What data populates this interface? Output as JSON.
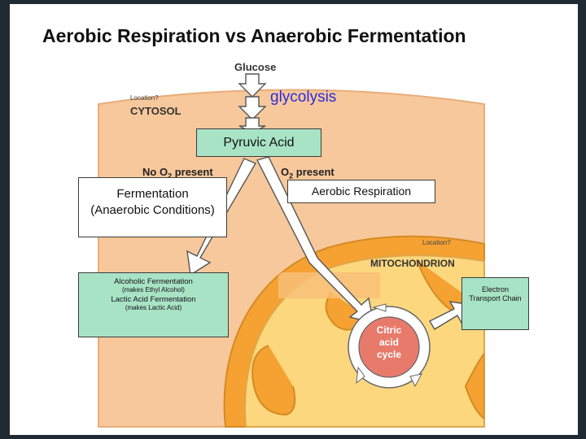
{
  "title": "Aerobic Respiration vs Anaerobic Fermentation",
  "glucose": "Glucose",
  "glycolysis": "glycolysis",
  "cytosol": {
    "location_q": "Location?",
    "name": "CYTOSOL"
  },
  "pyruvic_acid": "Pyruvic Acid",
  "no_o2": {
    "pre": "No O",
    "sub": "2",
    "post": " present"
  },
  "o2": {
    "pre": "O",
    "sub": "2",
    "post": " present"
  },
  "fermentation": {
    "line1": "Fermentation",
    "line2": "(Anaerobic Conditions)"
  },
  "aerobic": "Aerobic Respiration",
  "mito": {
    "location_q": "Location?",
    "name": "MITOCHONDRION"
  },
  "ferm_types": {
    "alcoholic": "Alcoholic  Fermentation",
    "alcoholic_sub": "(makes Ethyl Alcohol)",
    "lactic": "Lactic Acid  Fermentation",
    "lactic_sub": "(makes Lactic Acid)"
  },
  "citric": {
    "l1": "Citric",
    "l2": "acid",
    "l3": "cycle"
  },
  "etc": {
    "l1": "Electron",
    "l2": "Transport Chain"
  },
  "colors": {
    "cytosol": "#f7c89b",
    "mito_outer": "#f5a233",
    "mito_inner": "#fcd77e",
    "box": "#a9e3c6",
    "glycolysis_text": "#2b2bd9",
    "citric_fill": "#e87a6c",
    "arrow": "#ffffff"
  }
}
